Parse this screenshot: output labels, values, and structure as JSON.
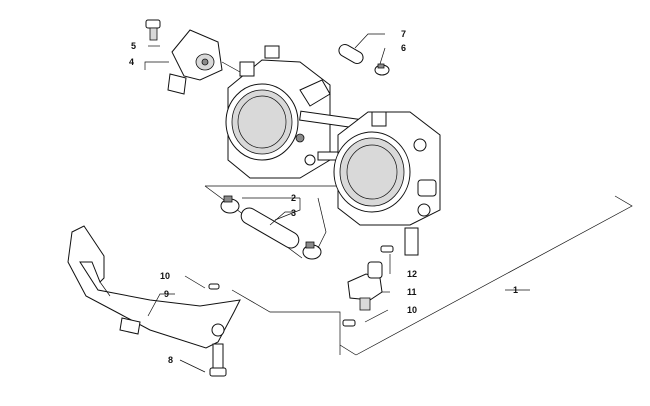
{
  "callouts": [
    {
      "id": "c1",
      "text": "1"
    },
    {
      "id": "c2",
      "text": "2"
    },
    {
      "id": "c3",
      "text": "3"
    },
    {
      "id": "c4",
      "text": "4"
    },
    {
      "id": "c5",
      "text": "5"
    },
    {
      "id": "c6",
      "text": "6"
    },
    {
      "id": "c7",
      "text": "7"
    },
    {
      "id": "c8",
      "text": "8"
    },
    {
      "id": "c9",
      "text": "9"
    },
    {
      "id": "c10a",
      "text": "10"
    },
    {
      "id": "c10b",
      "text": "10"
    },
    {
      "id": "c11",
      "text": "11"
    },
    {
      "id": "c12",
      "text": "12"
    }
  ]
}
